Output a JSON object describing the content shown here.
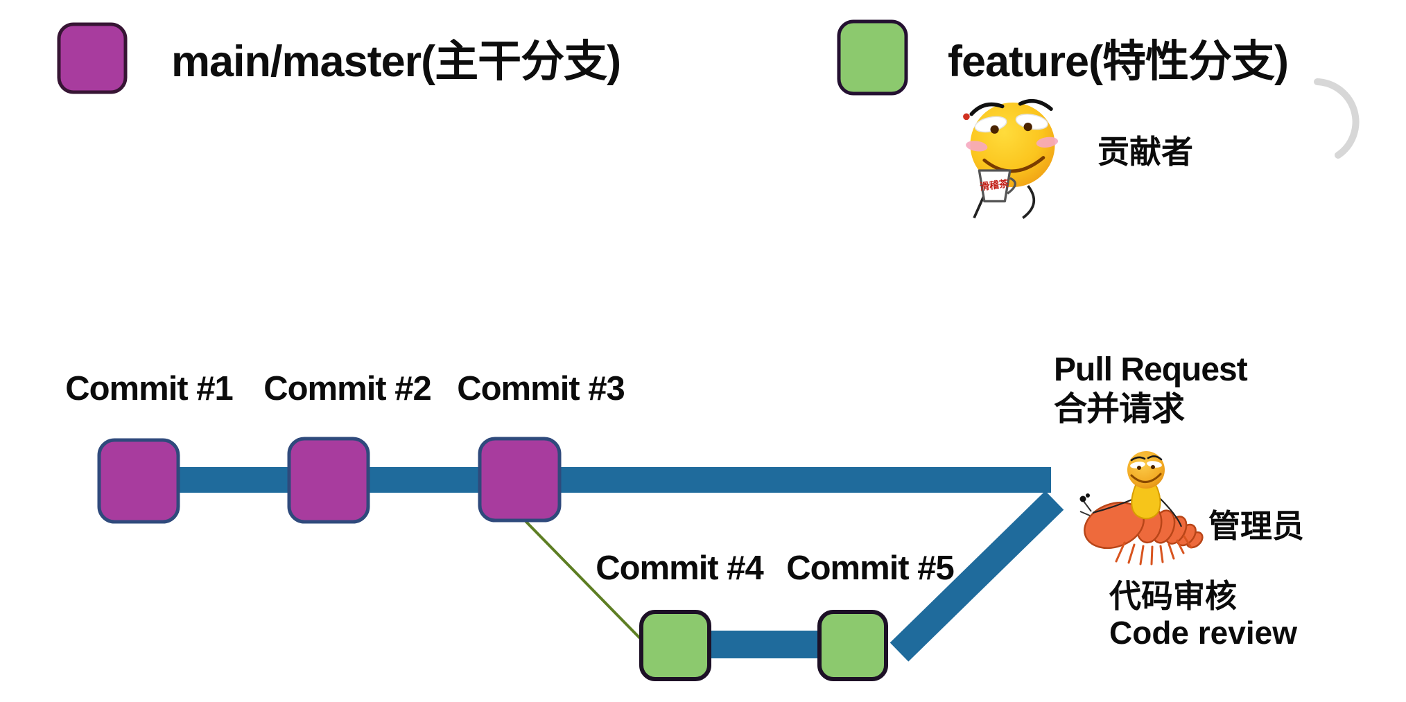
{
  "legend": {
    "main": {
      "label": "main/master(主干分支)",
      "color": "#a83c9e"
    },
    "feature": {
      "label": "feature(特性分支)",
      "color": "#8cc96e"
    }
  },
  "commits": {
    "main": [
      "Commit #1",
      "Commit #2",
      "Commit #3"
    ],
    "feature": [
      "Commit #4",
      "Commit #5"
    ]
  },
  "pull_request": {
    "en": "Pull Request",
    "zh": "合并请求"
  },
  "roles": {
    "contributor": "贡献者",
    "admin": "管理员",
    "review_zh": "代码审核",
    "review_en": "Code review",
    "teacup_text": "滑稽茶"
  },
  "colors": {
    "branch_line": "#1f6b9c",
    "main_commit_fill": "#a83c9e",
    "main_commit_border": "#2f4a7c",
    "feature_commit_fill": "#8cc96e",
    "feature_commit_border": "#20102a",
    "merge_base_line": "#5d7e23"
  }
}
